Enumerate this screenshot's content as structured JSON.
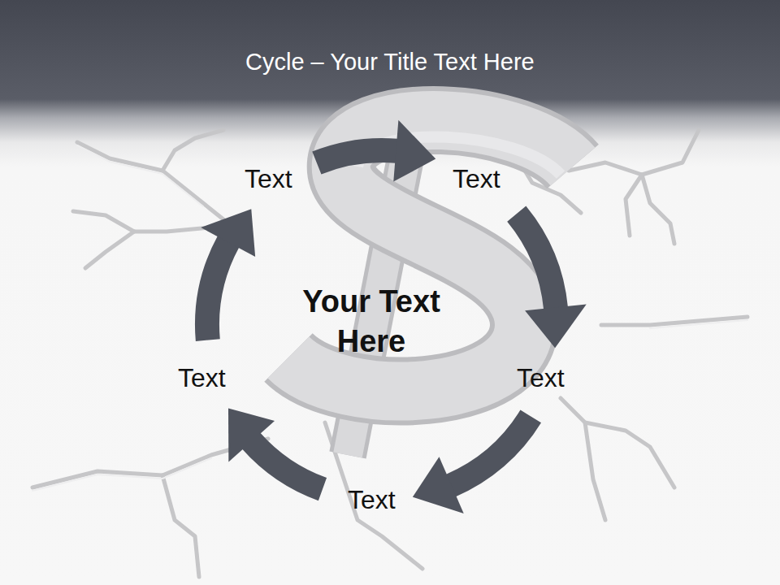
{
  "diagram": {
    "title": "Cycle – Your Title Text Here",
    "nodes": [
      {
        "text": [
          "Text"
        ]
      },
      {
        "text": [
          "Text"
        ]
      },
      {
        "text": [
          "Text"
        ]
      },
      {
        "text": [
          "Text"
        ]
      },
      {
        "text": [
          "Text"
        ]
      }
    ],
    "edges": [
      {
        "from": 0,
        "to": 1,
        "arrow": "to"
      },
      {
        "from": 1,
        "to": 2,
        "arrow": "to"
      },
      {
        "from": 2,
        "to": 3,
        "arrow": "to"
      },
      {
        "from": 3,
        "to": 4,
        "arrow": "to"
      },
      {
        "from": 4,
        "to": 0,
        "arrow": "to"
      }
    ],
    "labels": [
      "Your Text Here"
    ]
  }
}
